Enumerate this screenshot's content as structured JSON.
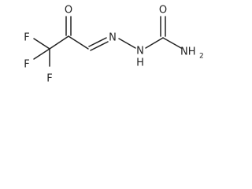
{
  "molecule": {
    "atoms": {
      "oxygen_ketone": "O",
      "oxygen_amide": "O",
      "fluorine_1": "F",
      "fluorine_2": "F",
      "fluorine_3": "F",
      "nitrogen_1": "N",
      "nitrogen_2": "N",
      "hydrogen_nh": "H",
      "nitrogen_amine": "NH",
      "subscript_2": "2"
    }
  }
}
